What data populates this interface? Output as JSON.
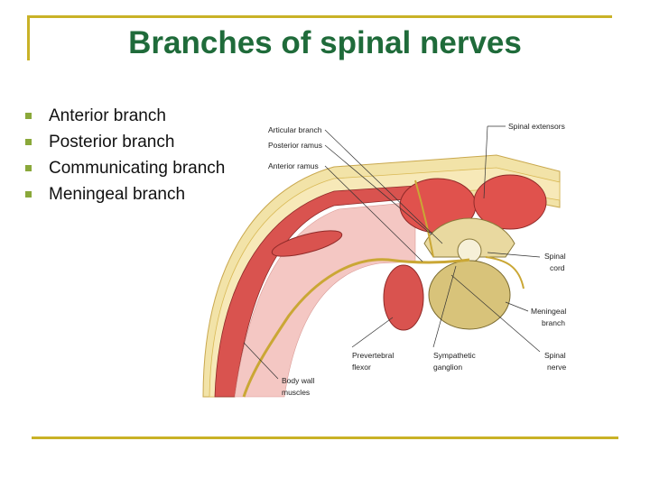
{
  "title": "Branches of spinal nerves",
  "bullets": [
    "Anterior branch",
    "Posterior branch",
    "Communicating branch",
    "Meningeal branch"
  ],
  "labels": {
    "articular_branch": "Articular branch",
    "posterior_ramus": "Posterior ramus",
    "anterior_ramus": "Anterior ramus",
    "spinal_extensors": "Spinal extensors",
    "spinal_cord_1": "Spinal",
    "spinal_cord_2": "cord",
    "meningeal_1": "Meningeal",
    "meningeal_2": "branch",
    "prevertebral_1": "Prevertebral",
    "prevertebral_2": "flexor",
    "sympathetic_1": "Sympathetic",
    "sympathetic_2": "ganglion",
    "spinal_nerve_1": "Spinal",
    "spinal_nerve_2": "nerve",
    "body_wall_1": "Body wall",
    "body_wall_2": "muscles"
  }
}
